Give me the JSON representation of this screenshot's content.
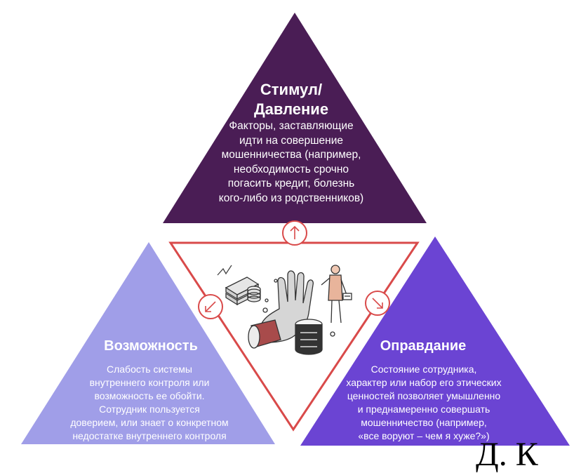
{
  "colors": {
    "pressure": "#4a1d55",
    "opportunity": "#a09ee8",
    "rationalization": "#6b44d3",
    "outline": "#d94a4a"
  },
  "pressure": {
    "title_lines": [
      "Стимул/",
      "Давление"
    ],
    "body_lines": [
      "Факторы, заставляющие",
      "идти на совершение",
      "мошенничества (например,",
      "необходимость срочно",
      "погасить кредит, болезнь",
      "кого-либо из родственников)"
    ]
  },
  "opportunity": {
    "title": "Возможность",
    "body_lines": [
      "Слабость системы",
      "внутреннего контроля или",
      "возможность ее обойти.",
      "Сотрудник пользуется",
      "доверием, или знает о конкретном",
      "недостатке внутреннего контроля"
    ]
  },
  "rationalization": {
    "title": "Оправдание",
    "body_lines": [
      "Состояние сотрудника,",
      "характер или набор его этических",
      "ценностей позволяет умышленно",
      "и преднамеренно совершать",
      "мошенничество (например,",
      "«все воруют – чем я хуже?»)"
    ]
  },
  "icons": {
    "top_arrow": "arrow-up-icon",
    "left_arrow": "arrow-down-left-icon",
    "right_arrow": "arrow-down-right-icon",
    "illustration": "fraud-illustration-icon"
  },
  "corner_text": "Д. К"
}
